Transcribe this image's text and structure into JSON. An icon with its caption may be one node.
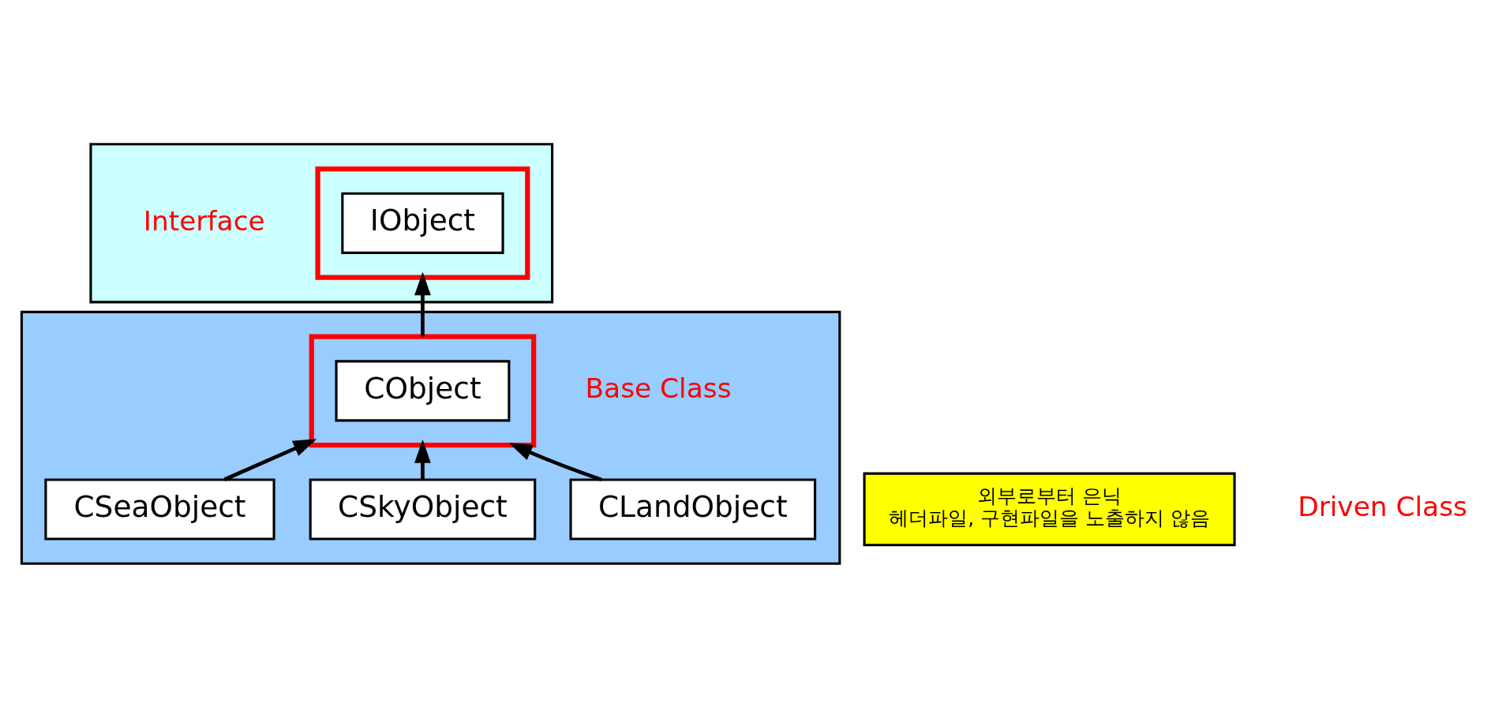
{
  "diagram": {
    "nodes": [
      {
        "text": [],
        "shape": "box"
      },
      {
        "text": [],
        "shape": "box",
        "in": 0,
        "beside": [
          "Interface"
        ]
      },
      {
        "text": [
          "IObject"
        ],
        "in": 1
      },
      {
        "text": [],
        "shape": "box"
      },
      {
        "text": [],
        "shape": "box",
        "in": 3,
        "beside": [
          "Base Class"
        ]
      },
      {
        "text": [
          "CObject"
        ],
        "in": 4
      },
      {
        "text": [
          "CLandObject"
        ],
        "in": 3
      },
      {
        "text": [
          "CSkyObject"
        ],
        "in": 3
      },
      {
        "text": [
          "CSeaObject"
        ],
        "in": 3
      },
      {
        "text": [
          "외부로부터 은닉",
          "헤더파일, 구현파일을 노출하지 않음"
        ]
      }
    ],
    "edges": [
      {
        "from": 4,
        "to": 1,
        "arrow": "to"
      },
      {
        "from": 6,
        "to": 4,
        "arrow": "to"
      },
      {
        "from": 7,
        "to": 4,
        "arrow": "to"
      },
      {
        "from": 8,
        "to": 4,
        "arrow": "to"
      }
    ],
    "labels": [
      "Driven Class"
    ]
  }
}
